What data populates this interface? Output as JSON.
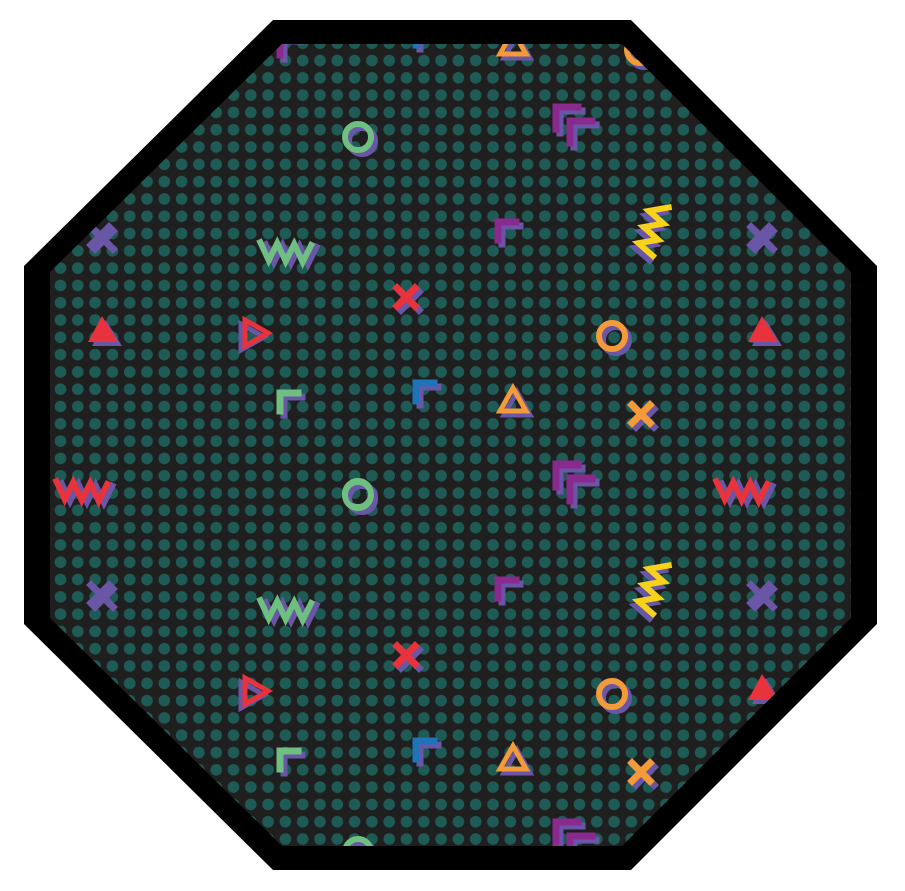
{
  "rug": {
    "shape": "octagon",
    "colors": {
      "background": "#ffffff",
      "border": "#000000",
      "field": "#1f1f1f",
      "dots": "#1f5b55",
      "green": "#6fbf82",
      "purple": "#8a2a8f",
      "violet": "#6a56a6",
      "red": "#e8323c",
      "orange": "#f39a3a",
      "yellow": "#f7d21d",
      "blue": "#1f74b8"
    },
    "motifs": [
      {
        "icon": "green-ring-icon",
        "color": "green"
      },
      {
        "icon": "purple-chevron-icon",
        "color": "purple"
      },
      {
        "icon": "green-zigzag-icon",
        "color": "green"
      },
      {
        "icon": "yellow-zigzag-icon",
        "color": "yellow"
      },
      {
        "icon": "red-zigzag-icon",
        "color": "red"
      },
      {
        "icon": "violet-cross-icon",
        "color": "violet"
      },
      {
        "icon": "red-cross-icon",
        "color": "red"
      },
      {
        "icon": "orange-cross-icon",
        "color": "orange"
      },
      {
        "icon": "red-triangle-icon",
        "color": "red"
      },
      {
        "icon": "red-triangle-outline-icon",
        "color": "red"
      },
      {
        "icon": "orange-triangle-outline-icon",
        "color": "orange"
      },
      {
        "icon": "orange-ring-icon",
        "color": "orange"
      },
      {
        "icon": "green-corner-icon",
        "color": "green"
      },
      {
        "icon": "blue-corner-icon",
        "color": "blue"
      }
    ]
  }
}
